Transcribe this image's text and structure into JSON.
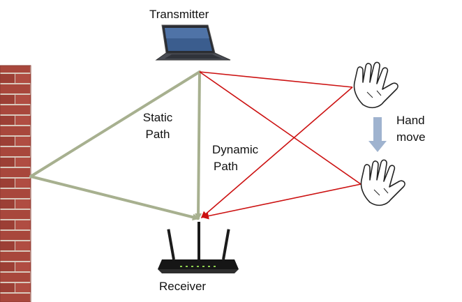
{
  "labels": {
    "transmitter": "Transmitter",
    "receiver": "Receiver",
    "static_path_1": "Static",
    "static_path_2": "Path",
    "dynamic_path_1": "Dynamic",
    "dynamic_path_2": "Path",
    "hand_move_1": "Hand",
    "hand_move_2": "move"
  },
  "colors": {
    "static_path": "#a7b08f",
    "dynamic_path": "#cc1111",
    "brick": "#a8473c",
    "mortar": "#d9c9bd",
    "arrow_down": "#9fb3cf"
  },
  "icons": {
    "transmitter": "laptop-icon",
    "receiver": "router-icon",
    "reflector": "brick-wall-icon",
    "hand_top": "hand-icon",
    "hand_bottom": "hand-icon",
    "motion": "arrow-down-icon"
  }
}
